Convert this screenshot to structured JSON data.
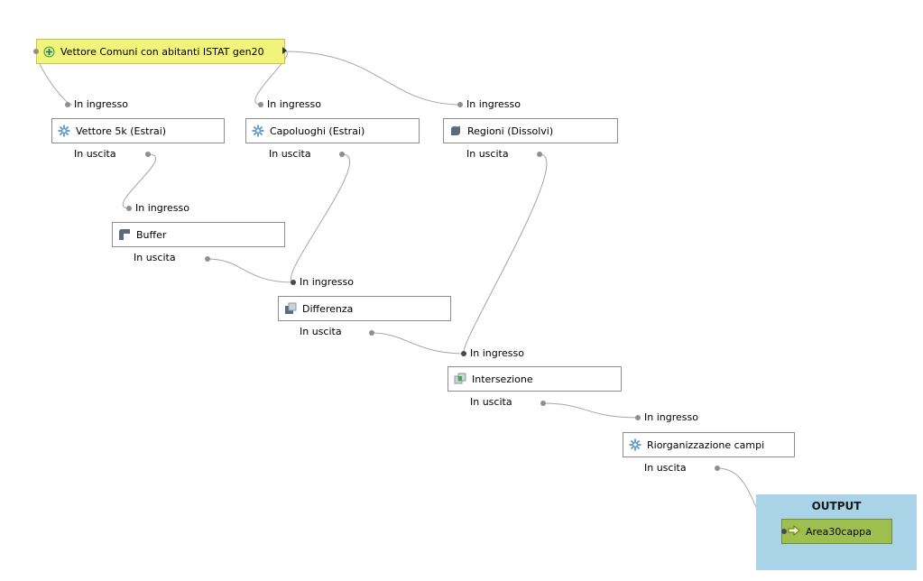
{
  "model": {
    "input_node": {
      "label": "Vettore Comuni con abitanti ISTAT gen20",
      "icon": "plus-icon"
    },
    "algorithms": [
      {
        "id": "vettore5k",
        "label": "Vettore 5k (Estrai)",
        "icon": "gear-icon",
        "in_label": "In ingresso",
        "out_label": "In uscita"
      },
      {
        "id": "capoluoghi",
        "label": "Capoluoghi (Estrai)",
        "icon": "gear-icon",
        "in_label": "In ingresso",
        "out_label": "In uscita"
      },
      {
        "id": "regioni",
        "label": "Regioni (Dissolvi)",
        "icon": "dissolve-icon",
        "in_label": "In ingresso",
        "out_label": "In uscita"
      },
      {
        "id": "buffer",
        "label": "Buffer",
        "icon": "buffer-icon",
        "in_label": "In ingresso",
        "out_label": "In uscita"
      },
      {
        "id": "differenza",
        "label": "Differenza",
        "icon": "difference-icon",
        "in_label": "In ingresso",
        "out_label": "In uscita"
      },
      {
        "id": "intersezione",
        "label": "Intersezione",
        "icon": "intersection-icon",
        "in_label": "In ingresso",
        "out_label": "In uscita"
      },
      {
        "id": "riorganizzazione",
        "label": "Riorganizzazione campi",
        "icon": "gear-icon",
        "in_label": "In ingresso",
        "out_label": "In uscita"
      }
    ],
    "output": {
      "title": "OUTPUT",
      "label": "Area30cappa",
      "icon": "arrow-right-icon"
    }
  },
  "colors": {
    "input_fill": "#f2f37a",
    "output_panel": "#a9d3e6",
    "output_node": "#9ebf4f",
    "wire": "#a0a0a0"
  }
}
